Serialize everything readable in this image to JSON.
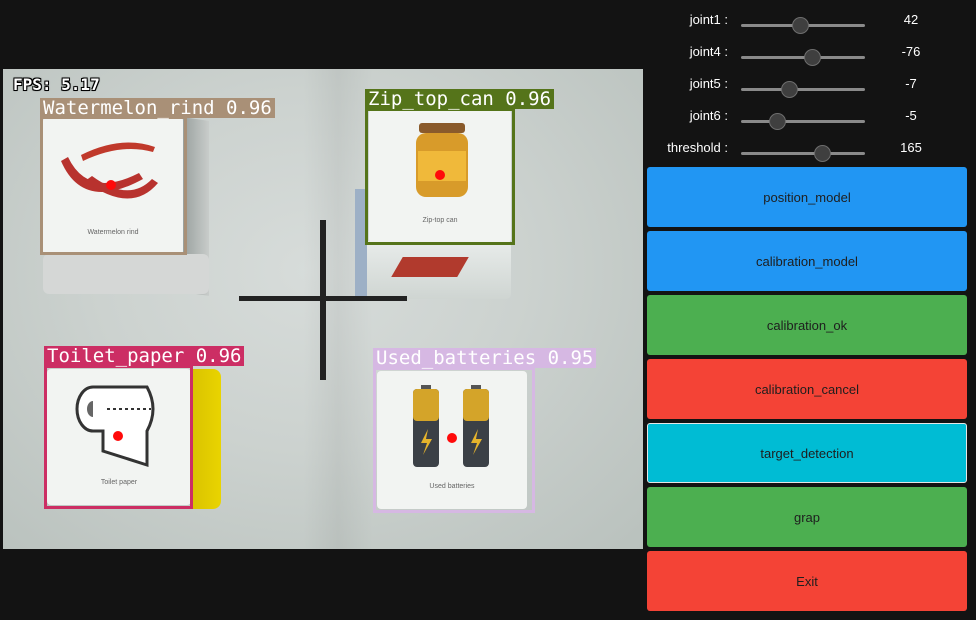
{
  "feed": {
    "fps_text": "FPS: 5.17",
    "detections": [
      {
        "label": "Watermelon_rind 0.96",
        "color": "#a99077"
      },
      {
        "label": "Zip_top_can 0.96",
        "color": "#55741a"
      },
      {
        "label": "Toilet_paper 0.96",
        "color": "#cc2e64"
      },
      {
        "label": "Used_batteries 0.95",
        "color": "#d6b8e3"
      }
    ]
  },
  "sliders": [
    {
      "label": "joint1 :",
      "value": "42"
    },
    {
      "label": "joint4 :",
      "value": "-76"
    },
    {
      "label": "joint5 :",
      "value": "-7"
    },
    {
      "label": "joint6 :",
      "value": "-5"
    },
    {
      "label": "threshold :",
      "value": "165"
    }
  ],
  "buttons": [
    {
      "label": "position_model",
      "color": "#2196f3"
    },
    {
      "label": "calibration_model",
      "color": "#2196f3"
    },
    {
      "label": "calibration_ok",
      "color": "#4caf50"
    },
    {
      "label": "calibration_cancel",
      "color": "#f44336"
    },
    {
      "label": "target_detection",
      "color": "#00bcd4"
    },
    {
      "label": "grap",
      "color": "#4caf50"
    },
    {
      "label": "Exit",
      "color": "#f44336"
    }
  ]
}
